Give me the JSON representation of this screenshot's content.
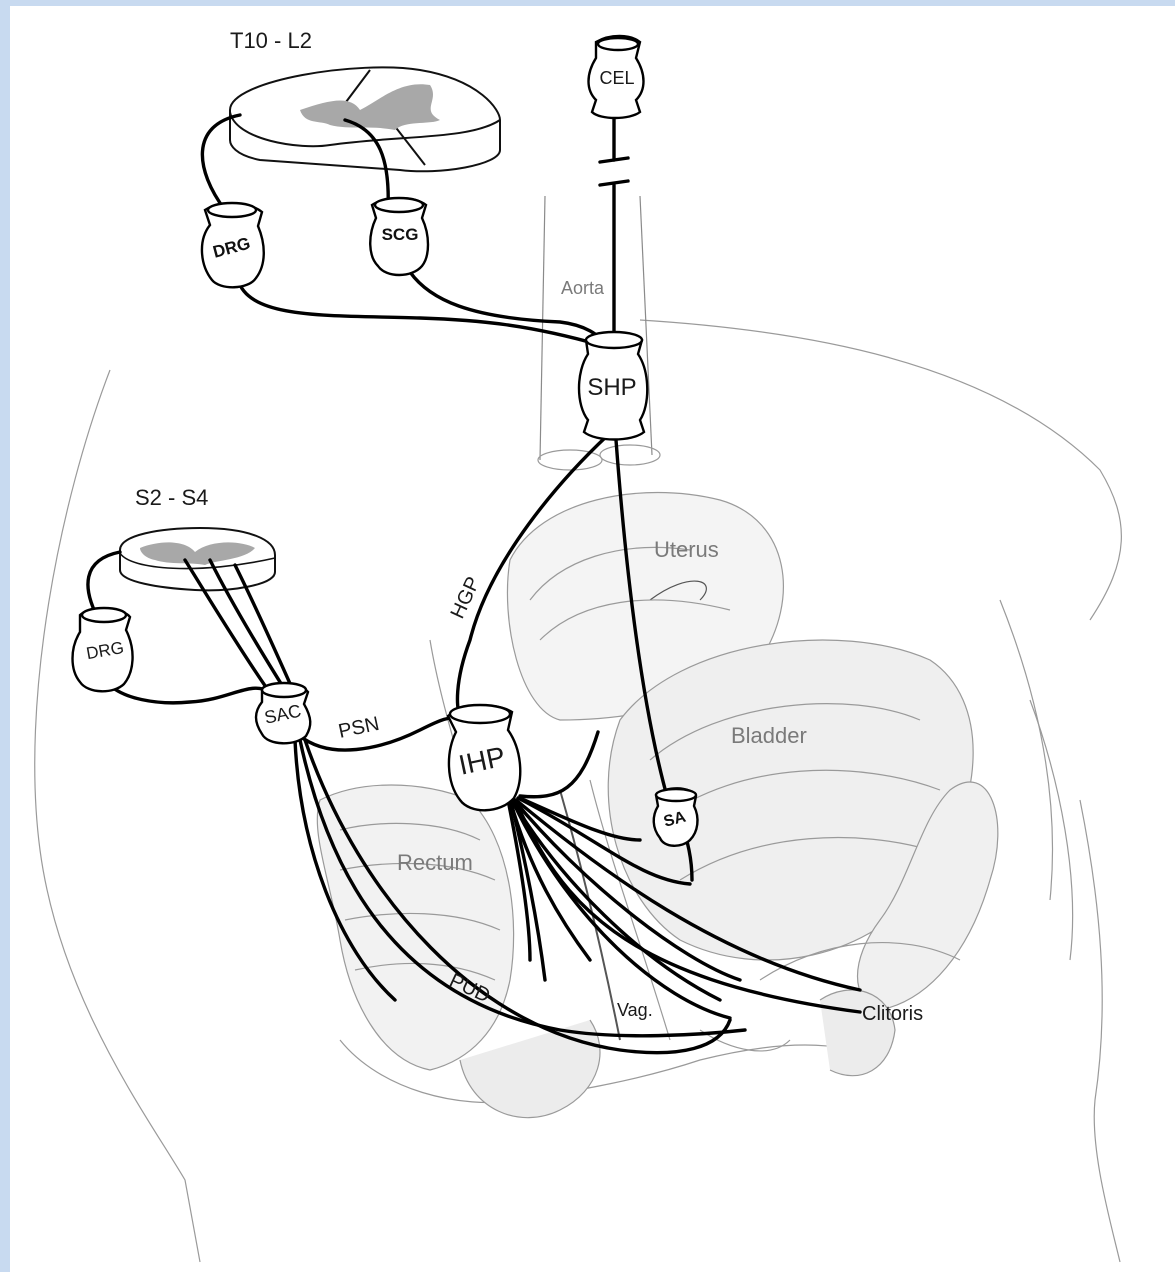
{
  "labels": {
    "thoracolumbar_segment": "T10 - L2",
    "sacral_segment": "S2 - S4",
    "celiac": "CEL",
    "drg_upper": "DRG",
    "scg": "SCG",
    "aorta": "Aorta",
    "shp": "SHP",
    "drg_lower": "DRG",
    "sac": "SAC",
    "hgp": "HGP",
    "psn": "PSN",
    "ihp": "IHP",
    "uterus": "Uterus",
    "bladder": "Bladder",
    "sa": "SA",
    "rectum": "Rectum",
    "pud": "PUD",
    "vagina": "Vag.",
    "clitoris": "Clitoris"
  },
  "colors": {
    "frame": "#c8daf0",
    "nerve": "#000000",
    "sketch": "#9a9a9a",
    "grey_matter": "#a8a8a8"
  }
}
